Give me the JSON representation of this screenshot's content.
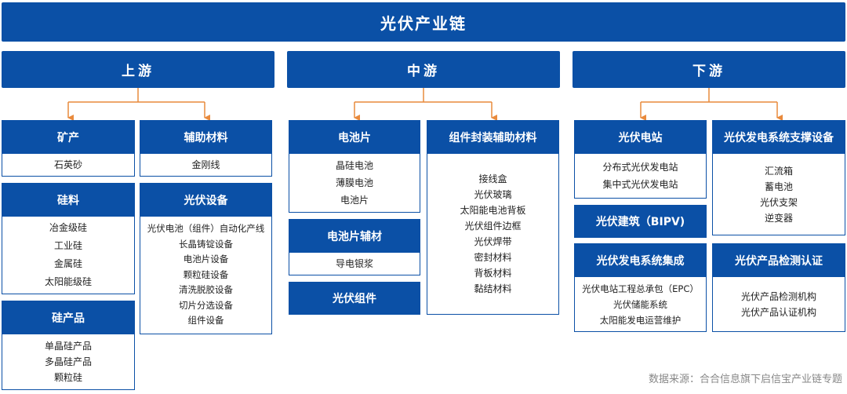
{
  "title": "光伏产业链",
  "stages": {
    "upstream": "上游",
    "midstream": "中游",
    "downstream": "下游"
  },
  "cards": {
    "mining": {
      "title": "矿产",
      "items": [
        "石英砂"
      ]
    },
    "auxiliary_materials": {
      "title": "辅助材料",
      "items": [
        "金刚线"
      ]
    },
    "silicon_material": {
      "title": "硅料",
      "items": [
        "冶金级硅",
        "工业硅",
        "金属硅",
        "太阳能级硅"
      ]
    },
    "pv_equipment": {
      "title": "光伏设备",
      "items": [
        "光伏电池（组件）自动化产线",
        "长晶铸锭设备",
        "电池片设备",
        "颗粒硅设备",
        "清洗脱胶设备",
        "切片分选设备",
        "组件设备"
      ]
    },
    "silicon_products": {
      "title": "硅产品",
      "items": [
        "单晶硅产品",
        "多晶硅产品",
        "颗粒硅"
      ]
    },
    "cells": {
      "title": "电池片",
      "items": [
        "晶硅电池",
        "薄膜电池",
        "电池片"
      ]
    },
    "cell_aux": {
      "title": "电池片辅材",
      "items": [
        "导电银浆"
      ]
    },
    "pv_module": {
      "title": "光伏组件"
    },
    "module_packaging": {
      "title": "组件封装辅助材料",
      "items": [
        "接线盒",
        "光伏玻璃",
        "太阳能电池背板",
        "光伏组件边框",
        "光伏焊带",
        "密封材料",
        "背板材料",
        "黏结材料"
      ]
    },
    "pv_station": {
      "title": "光伏电站",
      "items": [
        "分布式光伏发电站",
        "集中式光伏发电站"
      ]
    },
    "bipv": {
      "title": "光伏建筑（BIPV)"
    },
    "system_integration": {
      "title": "光伏发电系统集成",
      "items": [
        "光伏电站工程总承包（EPC）",
        "光伏储能系统",
        "太阳能发电运营维护"
      ]
    },
    "support_equipment": {
      "title": "光伏发电系统支撑设备",
      "items": [
        "汇流箱",
        "蓄电池",
        "光伏支架",
        "逆变器"
      ]
    },
    "testing_certification": {
      "title": "光伏产品检测认证",
      "items": [
        "光伏产品检测机构",
        "光伏产品认证机构"
      ]
    }
  },
  "source": "数据来源：合合信息旗下启信宝产业链专题",
  "colors": {
    "primary": "#0b50a6",
    "connector": "#e98a3c",
    "source_text": "#888888"
  }
}
